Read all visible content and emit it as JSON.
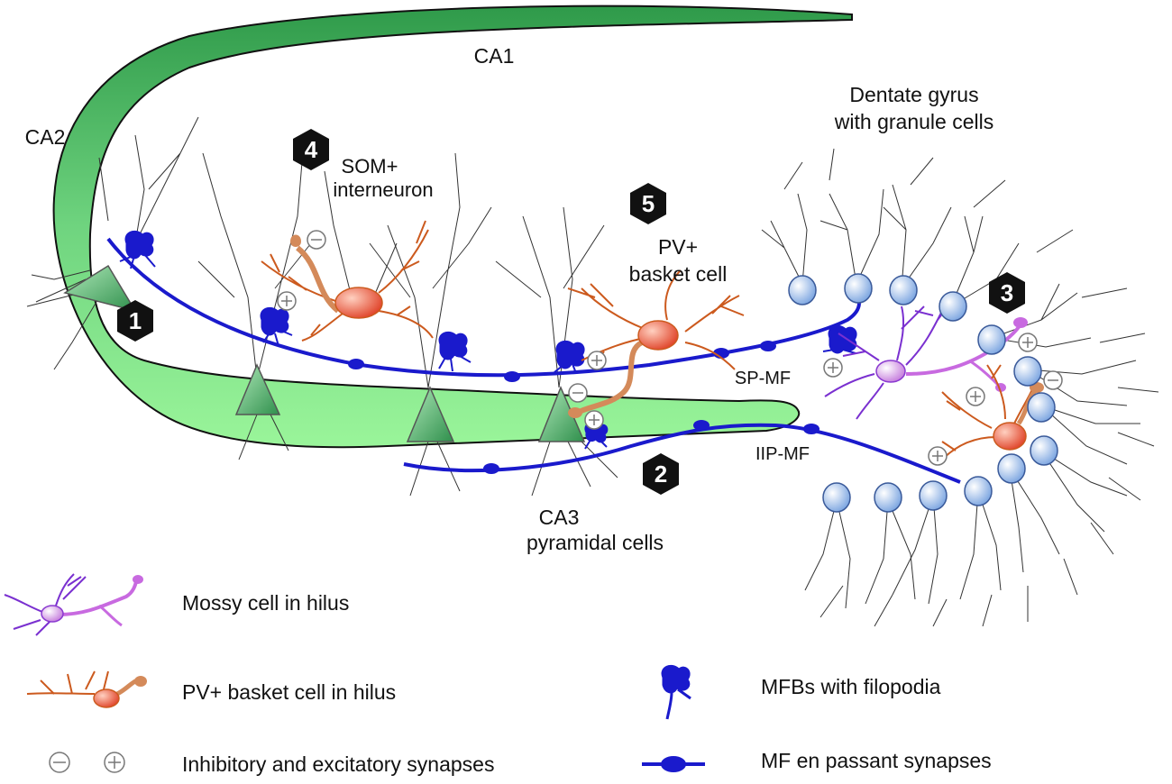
{
  "regions": {
    "ca1": "CA1",
    "ca2": "CA2",
    "ca3_line1": "CA3",
    "ca3_line2": "pyramidal cells",
    "dg_line1": "Dentate gyrus",
    "dg_line2": "with granule cells"
  },
  "cells": {
    "som_line1": "SOM+",
    "som_line2": "interneuron",
    "pv_line1": "PV+",
    "pv_line2": "basket cell"
  },
  "fibers": {
    "sp_mf": "SP-MF",
    "iip_mf": "IIP-MF"
  },
  "badges": [
    "1",
    "2",
    "3",
    "4",
    "5"
  ],
  "legend": {
    "mossy": "Mossy cell in hilus",
    "pv_basket": "PV+ basket cell in hilus",
    "synapses": "Inhibitory and excitatory synapses",
    "mfb": "MFBs with filopodia",
    "en_passant": "MF en passant synapses"
  },
  "colors": {
    "ca_fill_light": "#90ee90",
    "ca_fill_dark": "#3aa55a",
    "mossy_fiber": "#1a1acc",
    "pv_cell": "#cc5a1e",
    "mossy_cell": "#8a3ad0",
    "granule_cell": "#8fb6ea",
    "badge": "#111111"
  }
}
